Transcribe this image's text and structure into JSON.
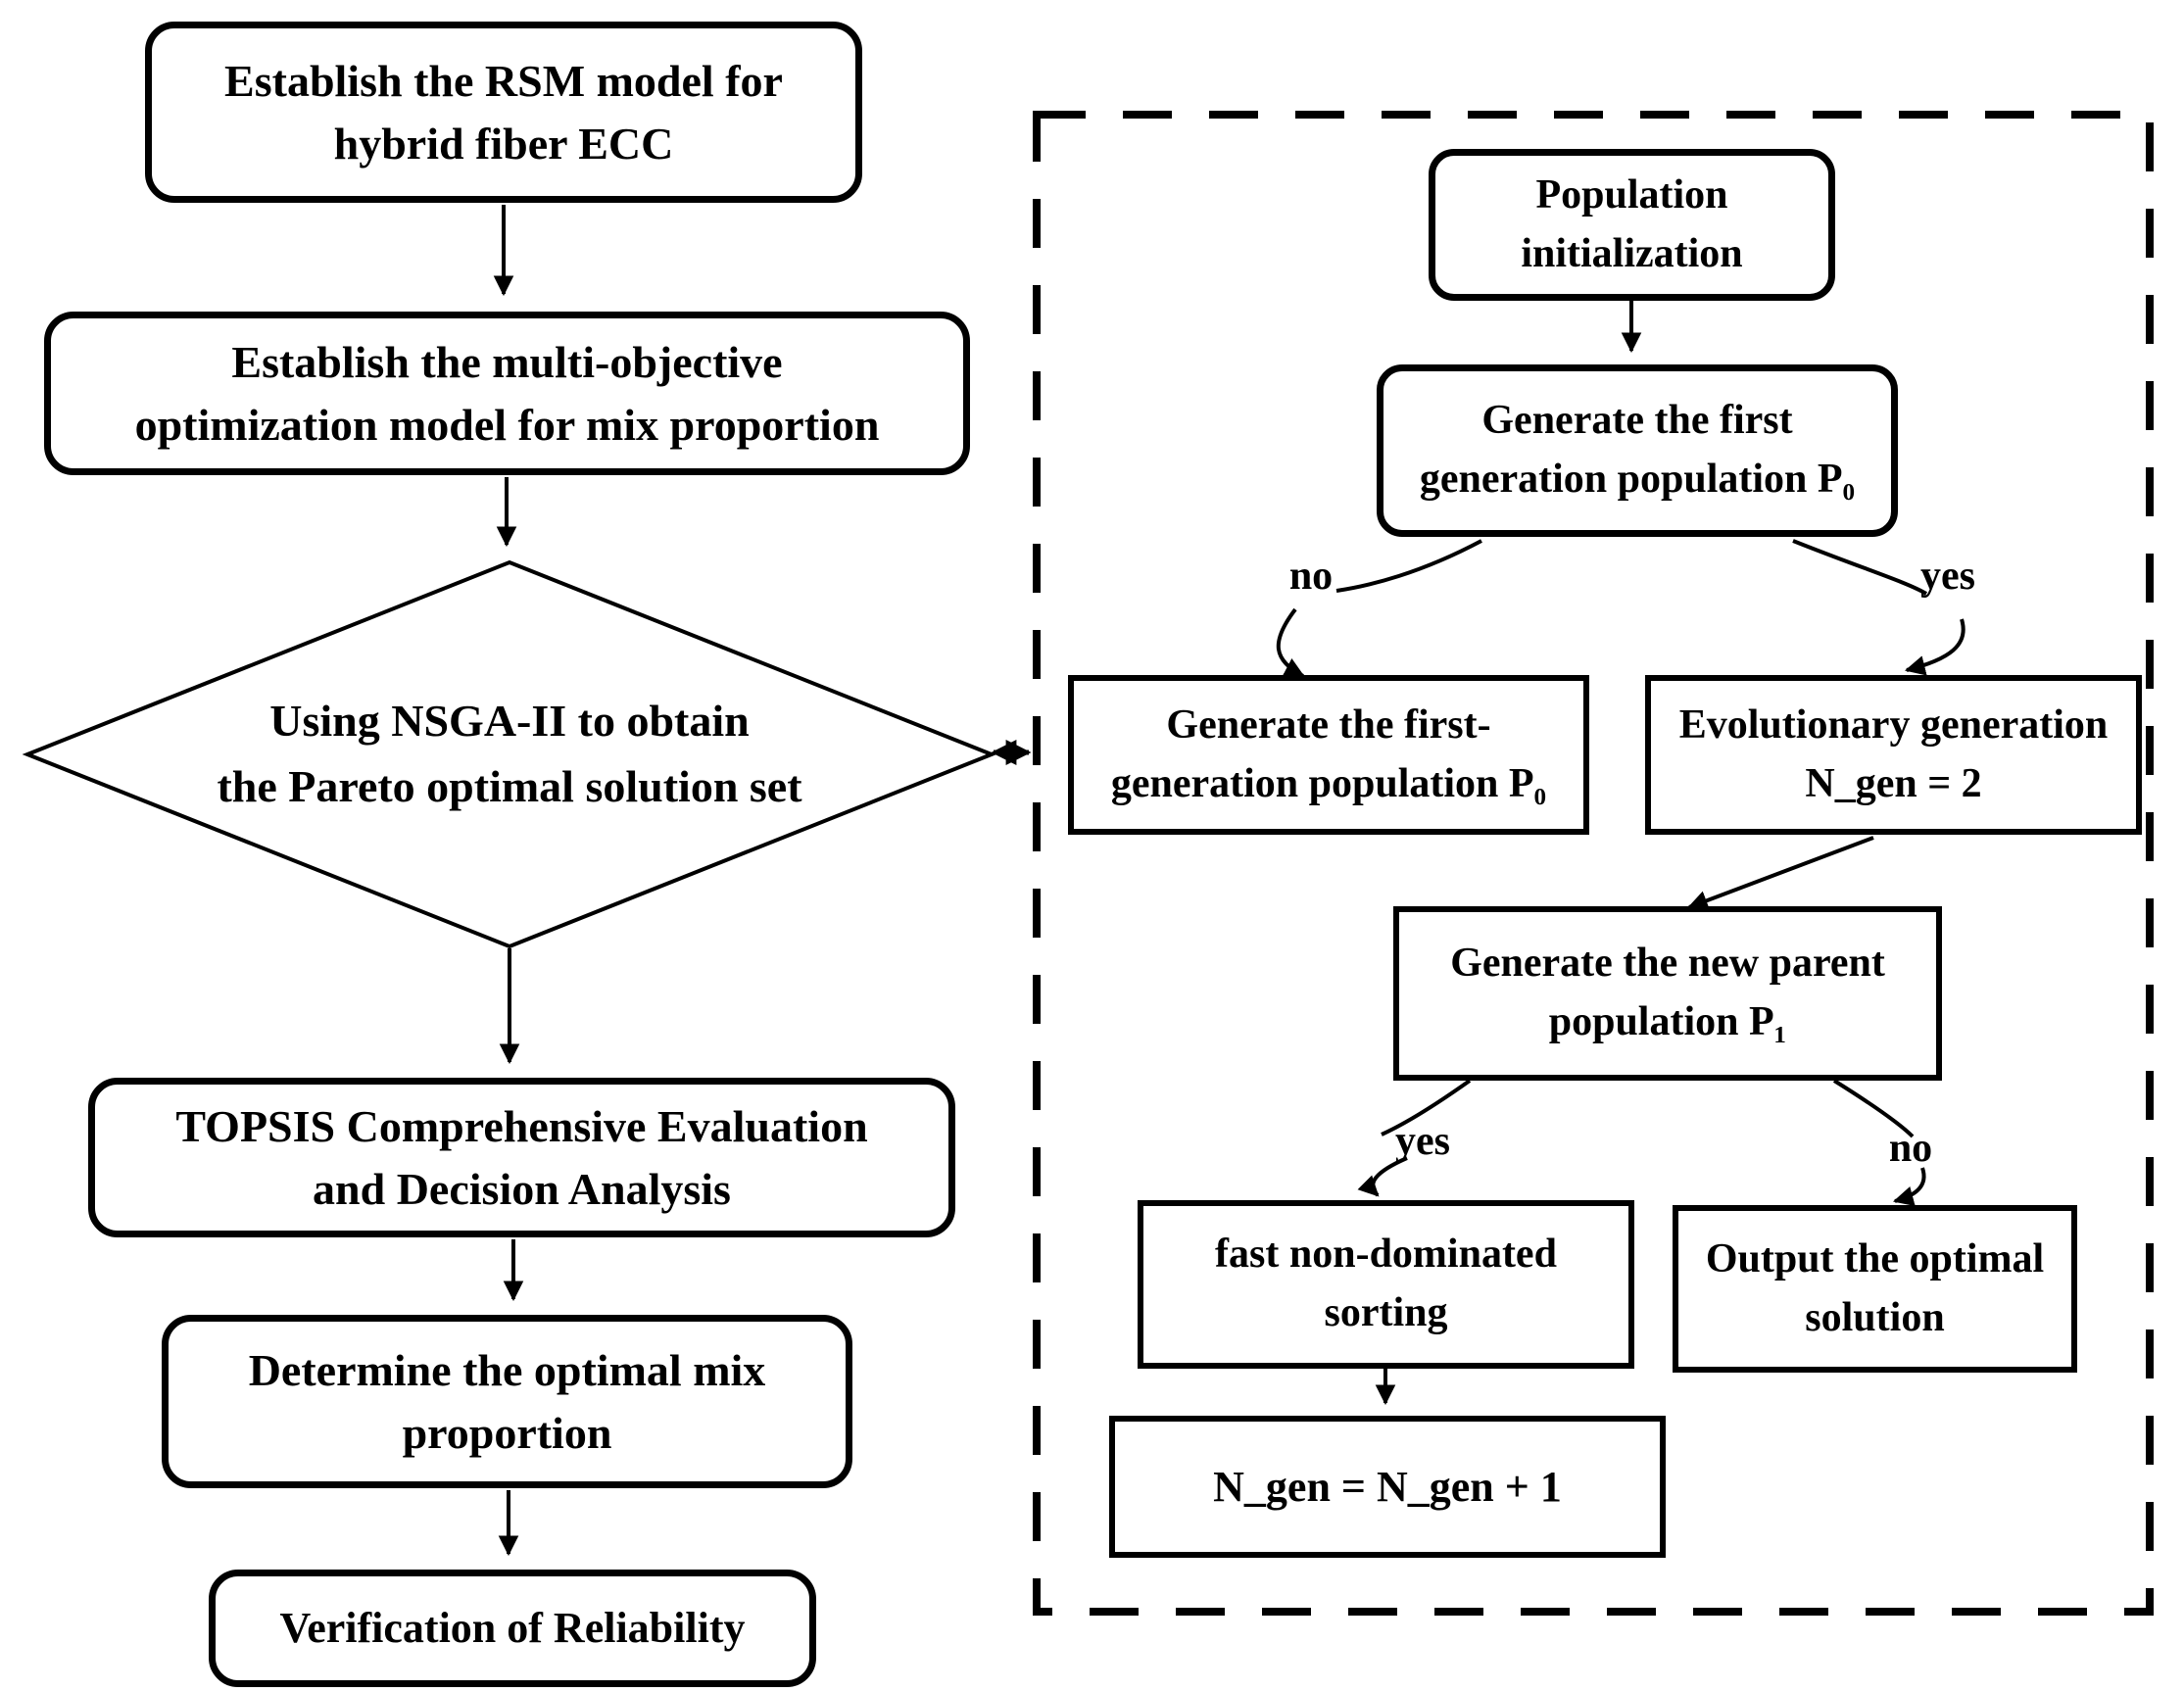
{
  "figure": {
    "type": "flowchart",
    "description": "NSGA-II / TOPSIS mix proportion optimization flowchart"
  },
  "colors": {
    "ink": "#000000",
    "background": "#ffffff"
  },
  "nodes": {
    "rsm": {
      "lines": [
        "Establish the RSM model for",
        "hybrid fiber ECC"
      ]
    },
    "moo": {
      "lines": [
        "Establish the multi-objective",
        "optimization model for mix proportion"
      ]
    },
    "nsga": {
      "lines": [
        "Using NSGA-II to obtain",
        "the Pareto optimal solution set"
      ]
    },
    "topsis": {
      "lines": [
        "TOPSIS Comprehensive Evaluation",
        "and Decision Analysis"
      ]
    },
    "mix": {
      "lines": [
        "Determine the optimal mix",
        "proportion"
      ]
    },
    "verify": {
      "lines": [
        "Verification of Reliability"
      ]
    },
    "pop_init": {
      "lines": [
        "Population",
        "initialization"
      ]
    },
    "gen_first": {
      "lines": [
        "Generate the first",
        "generation population P₀"
      ]
    },
    "gen_first_no": {
      "lines": [
        "Generate the first-",
        "generation population P₀"
      ]
    },
    "evol": {
      "lines": [
        "Evolutionary generation",
        "N_gen = 2"
      ]
    },
    "p1": {
      "lines": [
        "Generate the new parent",
        "population P₁"
      ]
    },
    "fast": {
      "lines": [
        "fast non-dominated",
        "sorting"
      ]
    },
    "output": {
      "lines": [
        "Output the optimal",
        "solution"
      ]
    },
    "ngen": {
      "lines": [
        "N_gen = N_gen + 1"
      ]
    }
  },
  "labels": {
    "first_no": "no",
    "first_yes": "yes",
    "p1_yes": "yes",
    "p1_no": "no"
  }
}
